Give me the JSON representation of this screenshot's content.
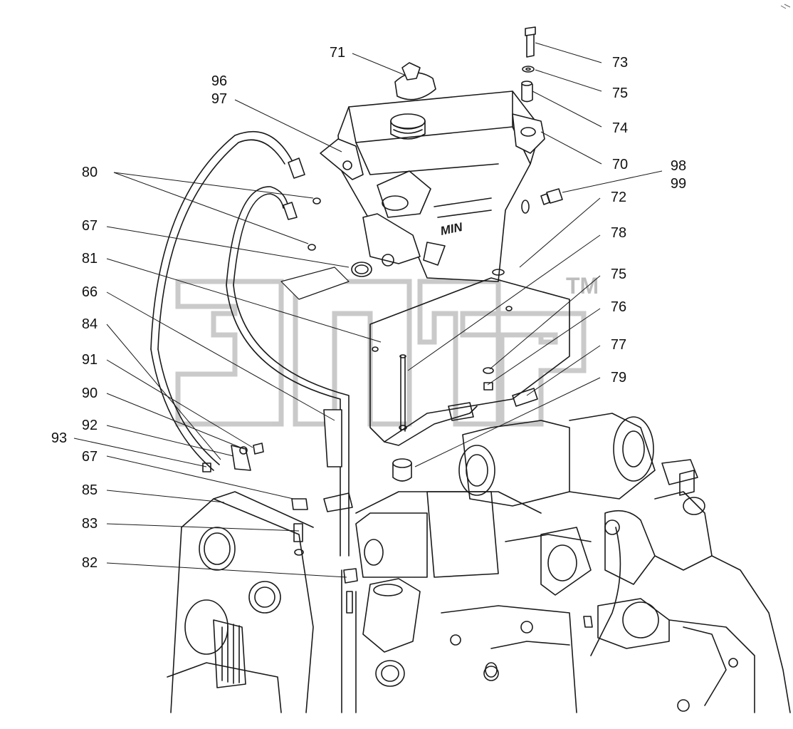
{
  "diagram": {
    "callouts": [
      {
        "id": "c71",
        "text": "71"
      },
      {
        "id": "c73",
        "text": "73"
      },
      {
        "id": "c75a",
        "text": "75"
      },
      {
        "id": "c74",
        "text": "74"
      },
      {
        "id": "c70",
        "text": "70"
      },
      {
        "id": "c96",
        "text": "96"
      },
      {
        "id": "c97",
        "text": "97"
      },
      {
        "id": "c98",
        "text": "98"
      },
      {
        "id": "c99",
        "text": "99"
      },
      {
        "id": "c80",
        "text": "80"
      },
      {
        "id": "c72",
        "text": "72"
      },
      {
        "id": "c67a",
        "text": "67"
      },
      {
        "id": "c78",
        "text": "78"
      },
      {
        "id": "c81",
        "text": "81"
      },
      {
        "id": "c75b",
        "text": "75"
      },
      {
        "id": "c66",
        "text": "66"
      },
      {
        "id": "c76",
        "text": "76"
      },
      {
        "id": "c84",
        "text": "84"
      },
      {
        "id": "c77",
        "text": "77"
      },
      {
        "id": "c91",
        "text": "91"
      },
      {
        "id": "c79",
        "text": "79"
      },
      {
        "id": "c90",
        "text": "90"
      },
      {
        "id": "c92",
        "text": "92"
      },
      {
        "id": "c93",
        "text": "93"
      },
      {
        "id": "c67b",
        "text": "67"
      },
      {
        "id": "c85",
        "text": "85"
      },
      {
        "id": "c83",
        "text": "83"
      },
      {
        "id": "c82",
        "text": "82"
      }
    ],
    "tank_label": "MIN",
    "watermark": {
      "text": "ЭПС",
      "tm": "TM"
    }
  }
}
